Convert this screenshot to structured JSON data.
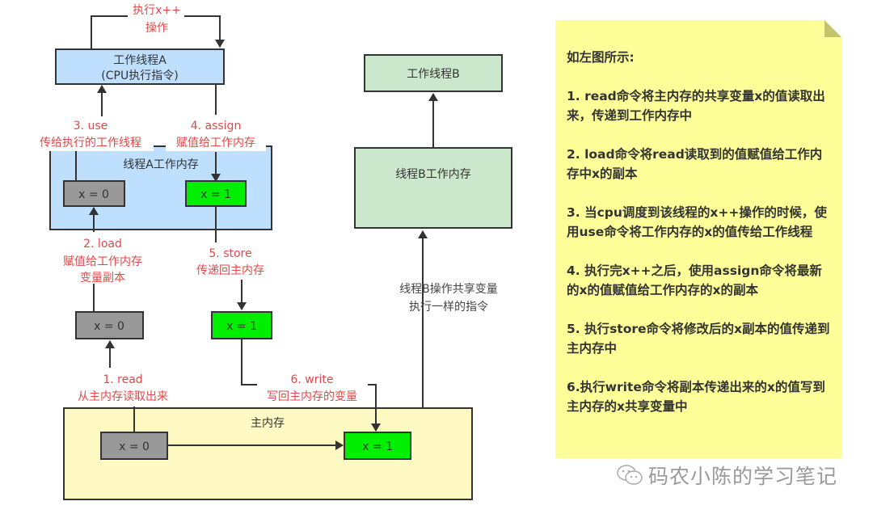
{
  "diagram": {
    "thread_a": {
      "line1": "工作线程A",
      "line2": "(CPU执行指令)"
    },
    "op_label": {
      "line1": "执行x++",
      "line2": "操作"
    },
    "thread_a_mem": {
      "label": "线程A工作内存",
      "left_value": "x = 0",
      "right_value": "x = 1"
    },
    "use_label": {
      "line1": "3. use",
      "line2": "传给执行的工作线程"
    },
    "assign_label": {
      "line1": "4. assign",
      "line2": "赋值给工作内存"
    },
    "load_label": {
      "line1": "2. load",
      "line2": "赋值给工作内存",
      "line3": "变量副本"
    },
    "store_label": {
      "line1": "5. store",
      "line2": "传递回主内存"
    },
    "mid_left_value": "x = 0",
    "mid_right_value": "x = 1",
    "read_label": {
      "line1": "1. read",
      "line2": "从主内存读取出来"
    },
    "write_label": {
      "line1": "6. write",
      "line2": "写回主内存的变量"
    },
    "main_mem": {
      "label": "主内存",
      "left_value": "x = 0",
      "right_value": "x = 1"
    },
    "thread_b": {
      "label": "工作线程B"
    },
    "thread_b_mem": {
      "label": "线程B工作内存"
    },
    "thread_b_note": {
      "line1": "线程B操作共享变量",
      "line2": "执行一样的指令"
    },
    "colors": {
      "thread_box": "#bfdfff",
      "thread_b_box": "#cce8cc",
      "main_mem": "#fff9c4",
      "stale_value": "#999999",
      "new_value": "#00ee00",
      "annotation_red": "#e0494a",
      "note_bg": "#ffff99"
    }
  },
  "note": {
    "title": "如左图所示:",
    "items": [
      "1. read命令将主内存的共享变量x的值读取出来，传递到工作内存中",
      "2. load命令将read读取到的值赋值给工作内存中x的副本",
      "3. 当cpu调度到该线程的x++操作的时候，使用use命令将工作内存的x的值传给工作线程",
      "4. 执行完x++之后，使用assign命令将最新的x的值赋值给工作内存的x的副本",
      "5. 执行store命令将修改后的x副本的值传递到主内存中",
      "6.执行write命令将副本传递出来的x的值写到主内存的x共享变量中"
    ]
  },
  "watermark": {
    "icon": "wechat-icon",
    "text": "码农小陈的学习笔记"
  }
}
